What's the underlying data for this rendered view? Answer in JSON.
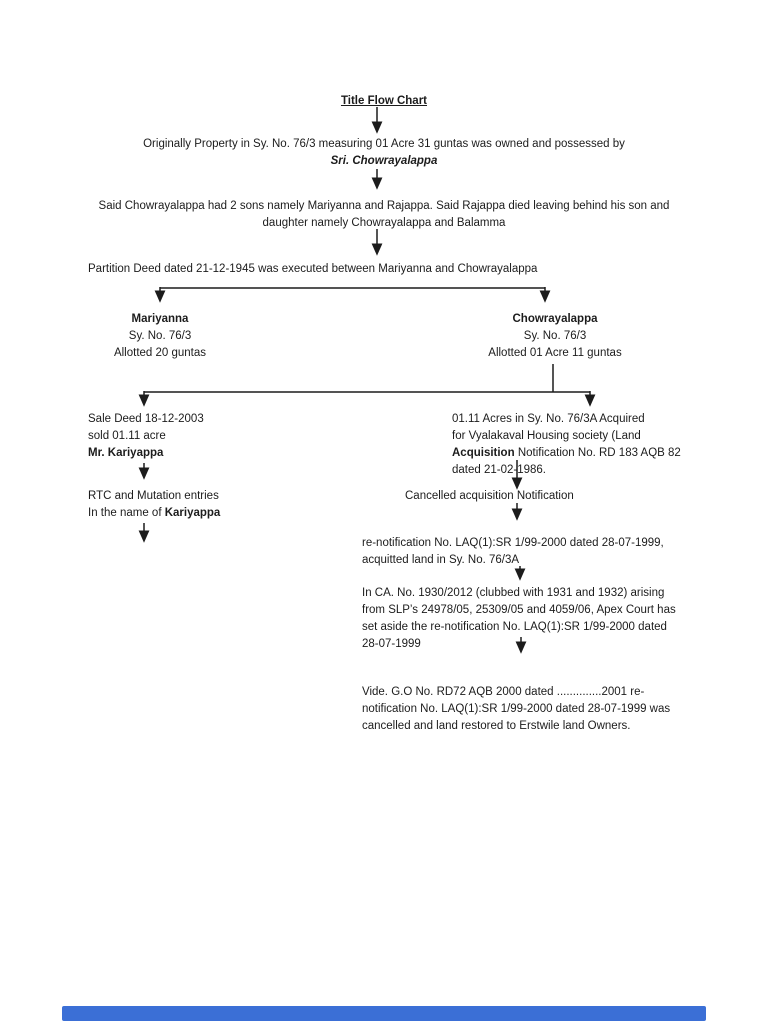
{
  "page": {
    "background": "#ffffff",
    "ink": "#1c1c1c",
    "accent_bar_color": "#3b6fd6"
  },
  "icons": {
    "arrow_down_icon": "solid triangle arrowhead rendered as SVG marker on connector lines"
  },
  "flowchart": {
    "title": "Title Flow Chart",
    "node_origin": {
      "line1": "Originally Property in Sy. No. 76/3 measuring 01 Acre 31 guntas was owned and possessed by",
      "line2": "Sri. Chowrayalappa"
    },
    "node_sons": {
      "line1": "Said Chowrayalappa had 2 sons namely Mariyanna and Rajappa. Said Rajappa died leaving behind his son and",
      "line2": "daughter namely Chowrayalappa and Balamma"
    },
    "node_partition": "Partition Deed dated 21-12-1945 was executed between Mariyanna and Chowrayalappa",
    "branch_left": {
      "name": "Mariyanna",
      "survey": "Sy. No. 76/3",
      "allotment": "Allotted 20 guntas"
    },
    "branch_right": {
      "name": "Chowrayalappa",
      "survey": "Sy. No. 76/3",
      "allotment": "Allotted 01 Acre 11 guntas"
    },
    "node_sale_deed": {
      "line1": "Sale Deed 18-12-2003",
      "line2": "sold  01.11  acre",
      "line3": "Mr. Kariyappa"
    },
    "node_rtc": {
      "line1": "RTC and Mutation entries",
      "line2_prefix": "In the name of ",
      "line2_bold": "Kariyappa"
    },
    "node_acquired": {
      "line1": "01.11 Acres in Sy. No. 76/3A Acquired",
      "line2": "for Vyalakaval Housing society (Land",
      "line3_bold": "Acquisition",
      "line3_rest": " Notification No.  RD 183 AQB 82",
      "line4": "dated 21-02-1986."
    },
    "node_cancelled": "Cancelled acquisition Notification",
    "node_renotification": {
      "line1": "re-notification No.  LAQ(1):SR 1/99-2000  dated 28-07-1999,",
      "line2": "acquitted land in Sy. No. 76/3A"
    },
    "node_apex": {
      "line1": "In CA. No. 1930/2012 (clubbed with 1931 and 1932) arising",
      "line2": "from SLP’s 24978/05, 25309/05 and 4059/06, Apex Court has",
      "line3": "set aside the re-notification No.  LAQ(1):SR 1/99-2000 dated",
      "line4": "28-07-1999"
    },
    "node_go": {
      "line1": "Vide. G.O No. RD72 AQB 2000 dated ..............2001 re-",
      "line2": "notification No.  LAQ(1):SR 1/99-2000 dated 28-07-1999 was",
      "line3": "cancelled and land restored to Erstwile land Owners."
    }
  }
}
